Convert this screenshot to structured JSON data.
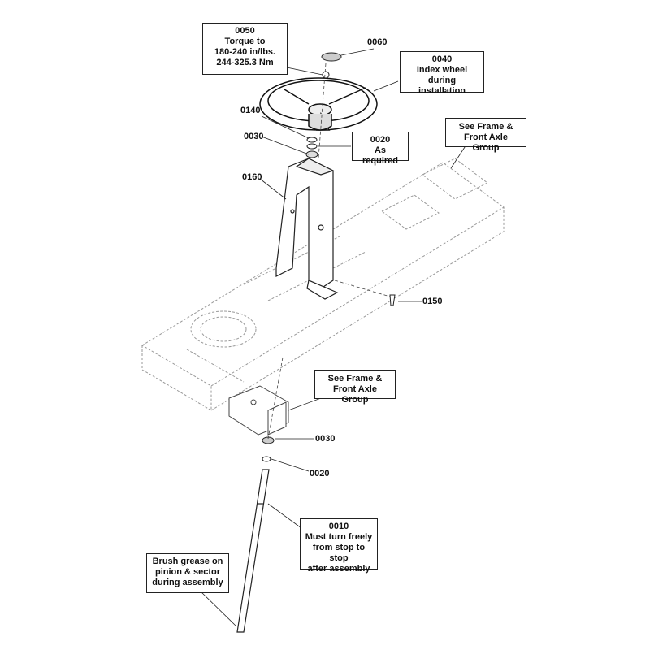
{
  "callouts": {
    "c0050": {
      "part": "0050",
      "lines": [
        "Torque to",
        "180-240 in/lbs.",
        "244-325.3 Nm"
      ]
    },
    "c0040": {
      "part": "0040",
      "lines": [
        "Index wheel during",
        "installation"
      ]
    },
    "c0020_top": {
      "part": "0020",
      "lines": [
        "As required"
      ]
    },
    "frame_top": {
      "lines": [
        "See Frame &",
        "Front Axle Group"
      ]
    },
    "frame_bottom": {
      "lines": [
        "See Frame &",
        "Front Axle Group"
      ]
    },
    "c0010": {
      "part": "0010",
      "lines": [
        "Must turn freely",
        "from stop to stop",
        "after assembly"
      ]
    },
    "grease": {
      "lines": [
        "Brush grease on",
        "pinion & sector",
        "during assembly"
      ]
    }
  },
  "labels": {
    "l0060": "0060",
    "l0140": "0140",
    "l0030_top": "0030",
    "l0160": "0160",
    "l0150": "0150",
    "l0030_bottom": "0030",
    "l0020_bottom": "0020"
  }
}
